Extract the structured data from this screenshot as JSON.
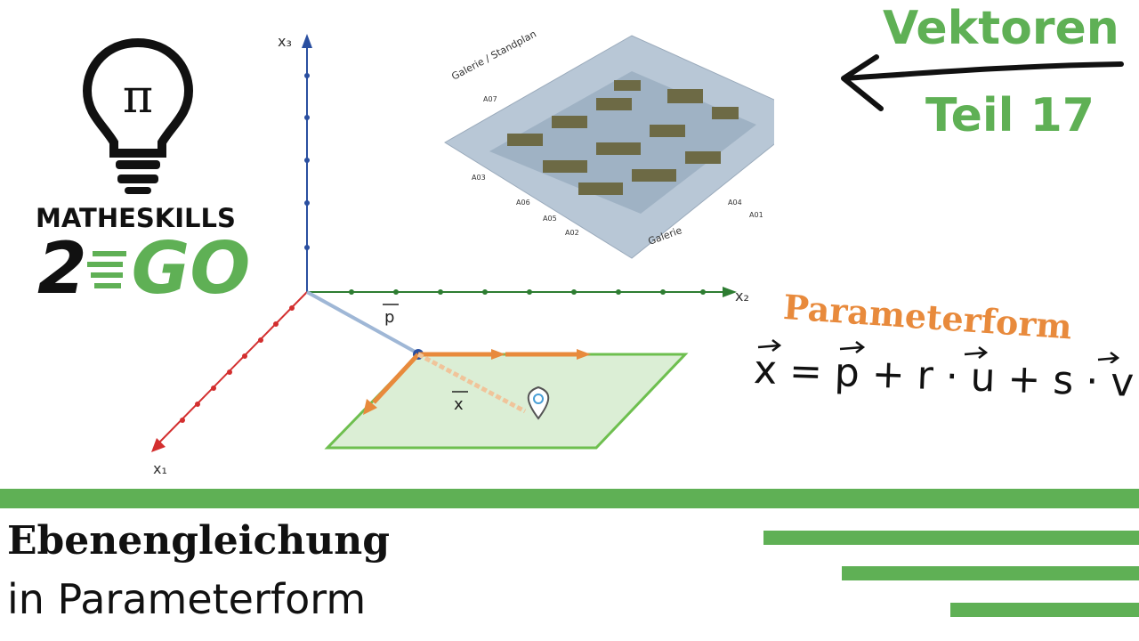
{
  "header": {
    "title_line1": "Vektoren",
    "title_line2": "Teil 17"
  },
  "logo": {
    "brand": "MATHESKILLS",
    "part1": "2",
    "part2": "GO",
    "bulb_symbol": "π"
  },
  "formula": {
    "title": "Parameterform",
    "expression": "x = p + r · u + s · v"
  },
  "diagram": {
    "axis_labels": [
      "x₃",
      "x₂",
      "x₁"
    ],
    "vector_labels": [
      "p",
      "x"
    ],
    "map_labels": [
      "Galerie / Standplan",
      "Galerie"
    ],
    "map_booths": [
      "A03",
      "A06",
      "A05",
      "A02",
      "A04",
      "A01",
      "A07"
    ]
  },
  "footer": {
    "heading_line1": "Ebenengleichung",
    "heading_line2": "in Parameterform"
  },
  "colors": {
    "green": "#5fb055",
    "orange": "#e88a3c",
    "axis_x3": "#2a4fa0",
    "axis_x2": "#2e7d32",
    "axis_x1": "#d32f2f"
  }
}
